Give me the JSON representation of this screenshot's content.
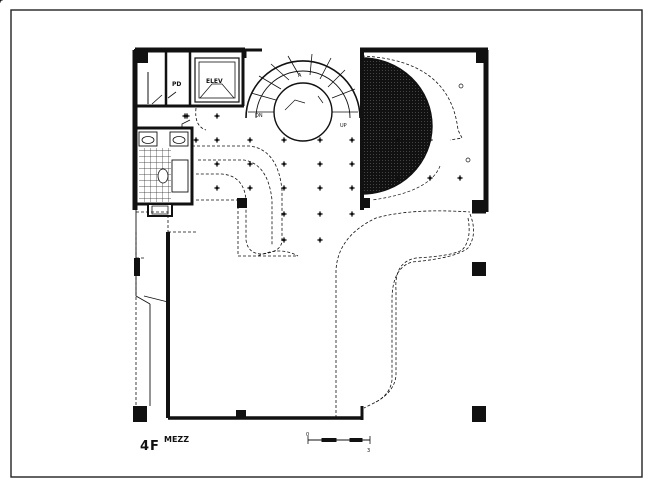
{
  "title": {
    "main": "4F",
    "sub": "MEZZ"
  },
  "rooms": {
    "pd": "PD",
    "elev": "ELEV"
  },
  "stair": {
    "down": "DN",
    "up": "UP",
    "mark": "A"
  },
  "scale_bar": {
    "start": "0",
    "end": "3"
  },
  "colors": {
    "ink": "#111111",
    "paper": "#ffffff",
    "hatch": "#1a1a1a"
  }
}
